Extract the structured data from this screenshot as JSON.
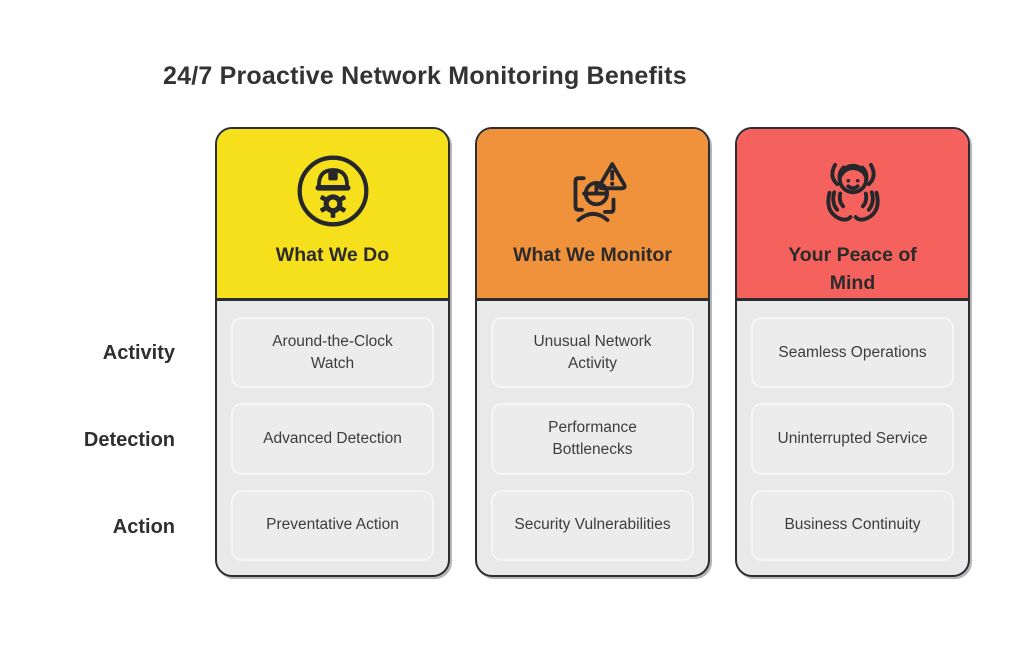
{
  "title": "24/7 Proactive Network Monitoring Benefits",
  "row_labels": [
    "Activity",
    "Detection",
    "Action"
  ],
  "columns": [
    {
      "header": "What We Do",
      "icon": "hardhat-gear-icon",
      "color": "#F6E01C",
      "items": [
        "Around-the-Clock Watch",
        "Advanced Detection",
        "Preventative Action"
      ]
    },
    {
      "header": "What We Monitor",
      "icon": "network-alert-icon",
      "color": "#F0913C",
      "items": [
        "Unusual Network Activity",
        "Performance Bottlenecks",
        "Security Vulnerabilities"
      ]
    },
    {
      "header": "Your Peace of Mind",
      "icon": "caring-hands-icon",
      "color": "#F5625D",
      "items": [
        "Seamless Operations",
        "Uninterrupted Service",
        "Business Continuity"
      ]
    }
  ],
  "theme": {
    "card_border": "#2B2D31",
    "card_body_bg": "#E9E9EA",
    "item_box_bg": "#ECECEC",
    "item_box_border": "#F6F6F7",
    "title_text": "#333333",
    "item_text": "#3D3D3D",
    "icon_stroke": "#26272B"
  }
}
